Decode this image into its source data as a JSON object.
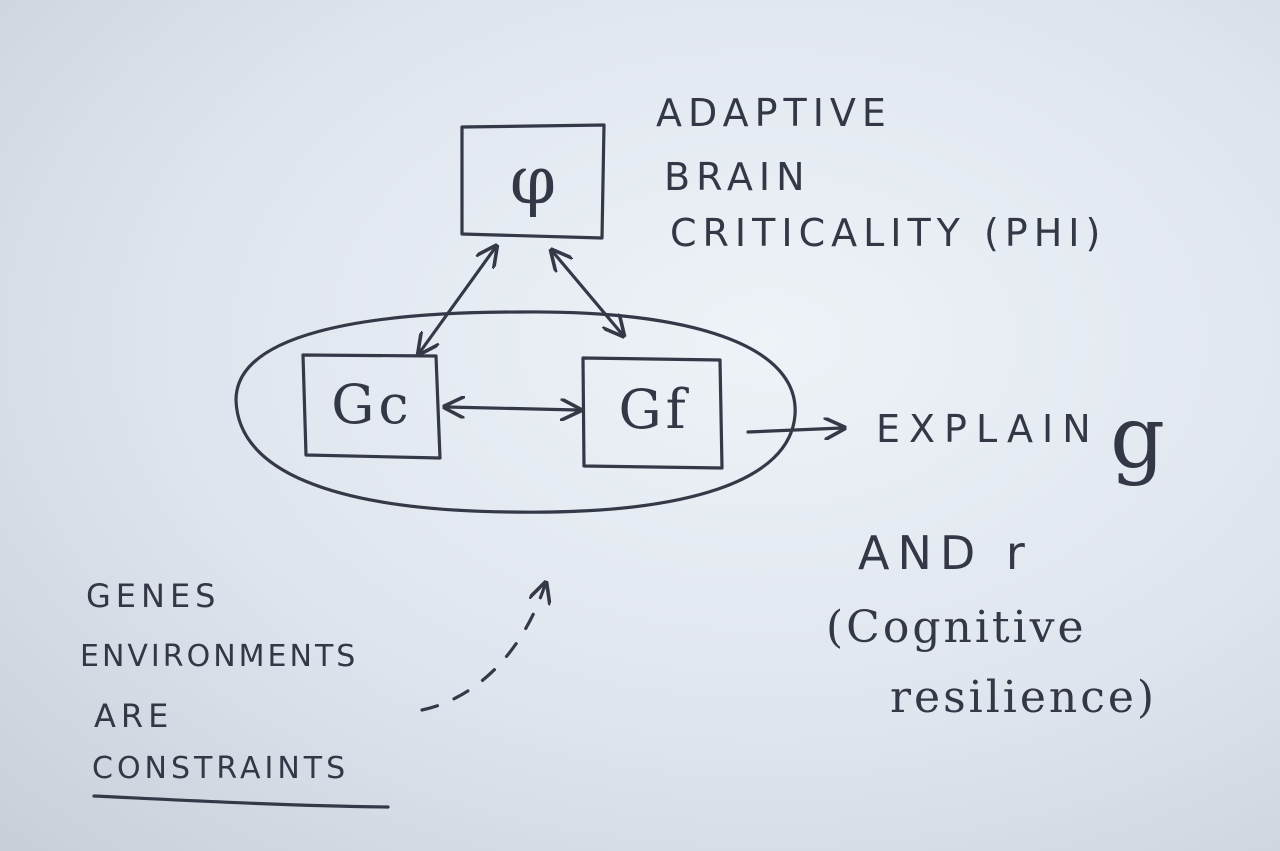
{
  "nodes": {
    "phi": {
      "symbol": "φ"
    },
    "gc": {
      "label": "Gc"
    },
    "gf": {
      "label": "Gf"
    }
  },
  "annotations": {
    "phi_title": [
      "ADAPTIVE",
      "BRAIN",
      "CRITICALITY (PHI)"
    ],
    "explain": "EXPLAIN",
    "g_symbol": "g",
    "and_r": "AND r",
    "resilience": [
      "(Cognitive",
      "resilience)"
    ],
    "constraints": [
      "GENES",
      "ENVIRONMENTS",
      "ARE",
      "CONSTRAINTS"
    ]
  },
  "colors": {
    "ink": "#353847",
    "paper": "#e4e9f0"
  }
}
